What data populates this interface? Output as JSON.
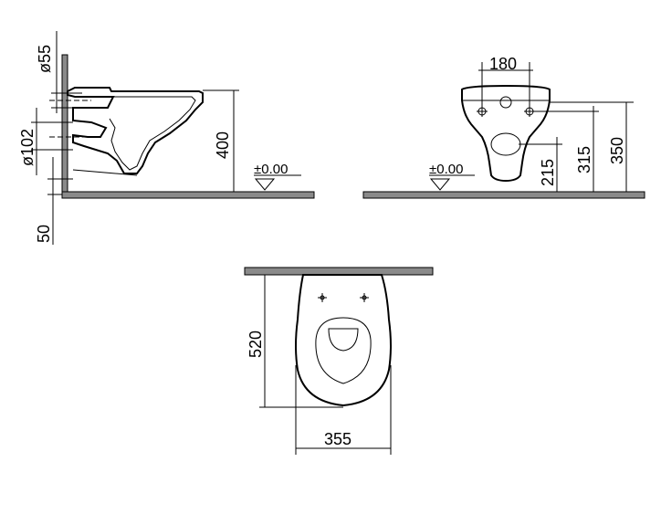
{
  "side_view": {
    "pipe_diameter_top": "ø55",
    "pipe_diameter_bottom": "ø102",
    "height_dimension": "400",
    "floor_offset": "50",
    "floor_level": "±0.00"
  },
  "front_view": {
    "bolt_spacing": "180",
    "floor_level": "±0.00",
    "waste_height": "215",
    "bolt_height": "315",
    "top_height": "350"
  },
  "plan_view": {
    "depth": "520",
    "width": "355"
  },
  "colors": {
    "line": "#000000",
    "wall_fill": "#8a8a8a",
    "background": "#ffffff"
  }
}
